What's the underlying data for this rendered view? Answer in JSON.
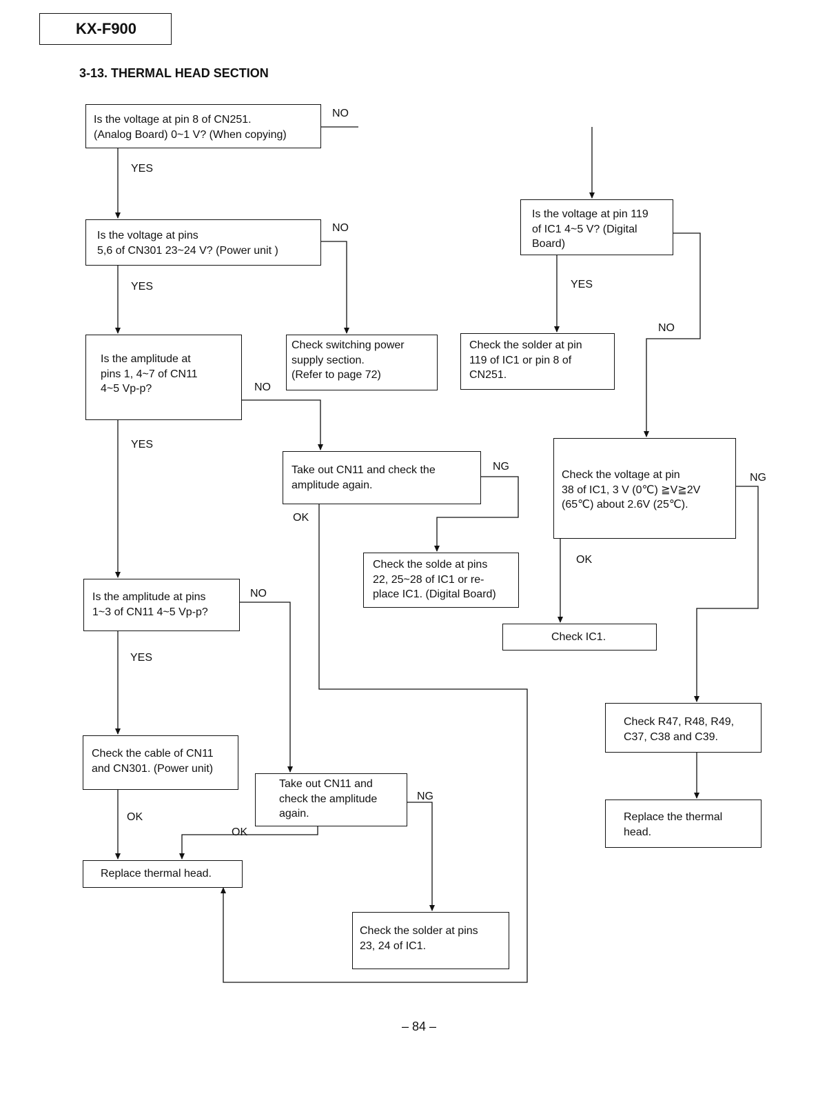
{
  "header": {
    "model": "KX-F900",
    "section_title": "3-13. THERMAL HEAD SECTION"
  },
  "boxes": {
    "b1": "Is the voltage at pin 8 of CN251.\n(Analog Board) 0~1 V? (When copying)",
    "b2": "Is the voltage at pins\n5,6 of CN301 23~24 V? (Power unit )",
    "b3": "Is the amplitude at\npins 1, 4~7 of CN11\n4~5 Vp-p?",
    "b4": "Check switching power\nsupply section.\n(Refer to page 72)",
    "b5": "Is the voltage at pin 119\nof IC1 4~5 V? (Digital\nBoard)",
    "b6": "Check the solder at pin\n119 of IC1 or pin 8 of\nCN251.",
    "b7": "Take out CN11 and check the\namplitude again.",
    "b8": "Check the voltage at pin\n38 of IC1, 3 V (0℃) ≧V≧2V\n(65℃) about 2.6V (25℃).",
    "b9": "Check the solde at pins\n22, 25~28 of IC1 or re-\nplace IC1. (Digital Board)",
    "b10": "Is the amplitude at pins\n1~3 of CN11 4~5 Vp-p?",
    "b11": "Check IC1.",
    "b12": "Check R47, R48, R49,\nC37, C38 and C39.",
    "b13": "Check the cable of CN11\nand CN301. (Power unit)",
    "b14": "Take out CN11 and\ncheck the amplitude\nagain.",
    "b15": "Replace the thermal\nhead.",
    "b16": "Replace thermal head.",
    "b17": "Check the solder at pins\n23, 24 of IC1."
  },
  "labels": {
    "yes": "YES",
    "no": "NO",
    "ok": "OK",
    "ng": "NG"
  },
  "footer": {
    "page_number": "– 84 –"
  }
}
